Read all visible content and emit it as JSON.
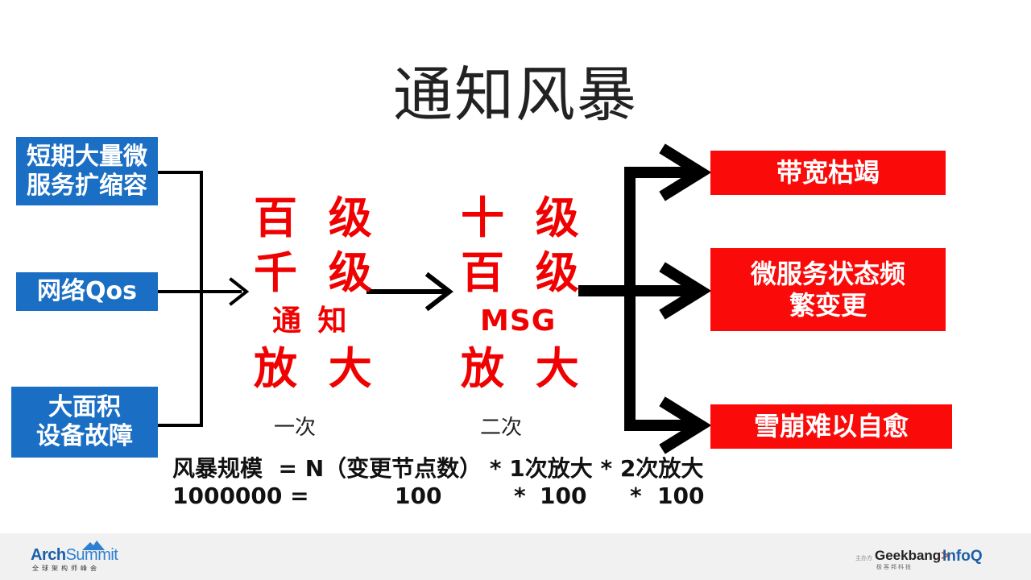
{
  "title": "通知风暴",
  "causes": [
    "短期大量微\n服务扩缩容",
    "网络Qos",
    "大面积\n设备故障"
  ],
  "amp1": {
    "line1": "百 级",
    "line2": "千 级",
    "line3": "通 知",
    "line4": "放 大",
    "caption": "一次"
  },
  "amp2": {
    "line1": "十 级",
    "line2": "百 级",
    "line3": "MSG",
    "line4": "放 大",
    "caption": "二次"
  },
  "effects": [
    "带宽枯竭",
    "微服务状态频\n繁变更",
    "雪崩难以自愈"
  ],
  "formula": {
    "line1": "风暴规模  = N（变更节点数） * 1次放大 * 2次放大",
    "line2_left": "1000000 =",
    "line2_n": "100",
    "line2_star1": "*",
    "line2_a1": "100",
    "line2_star2": "*",
    "line2_a2": "100"
  },
  "footer": {
    "archsummit_arch": "Arch",
    "archsummit_summit": "Summit",
    "archsummit_sub": "全球架构师峰会",
    "host_label": "主办方",
    "geekbang": "Geekbang",
    "geekbang_mark": ">",
    "geekbang_sub": "极客邦科技",
    "infoq": "InfoQ"
  },
  "colors": {
    "blue_box": "#1a6fc4",
    "red_box": "#fb0a0a",
    "red_text": "#f00000"
  }
}
